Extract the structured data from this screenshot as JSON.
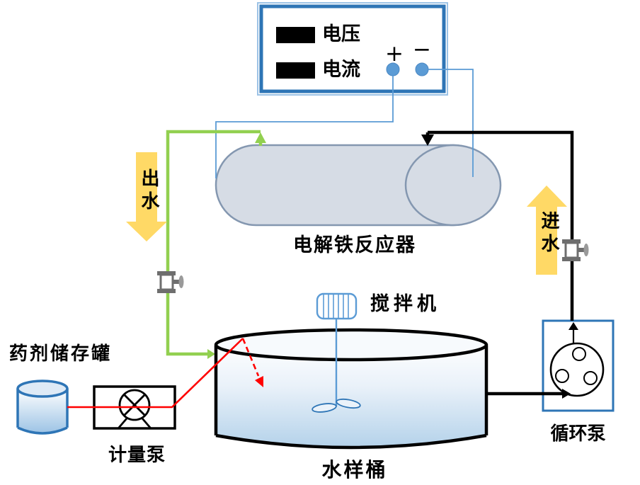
{
  "power_supply": {
    "voltage_label": "电压",
    "current_label": "电流",
    "positive_label": "+",
    "negative_label": "−"
  },
  "reactor": {
    "label": "电解铁反应器"
  },
  "flows": {
    "water_out": "出水",
    "water_in": "进水"
  },
  "bucket": {
    "label": "水样桶",
    "stirrer_label": "搅拌机"
  },
  "dosing": {
    "tank_label": "药剂储存罐",
    "pump_label": "计量泵"
  },
  "circulation": {
    "pump_label": "循环泵"
  },
  "icons": {
    "valve_icon": "pipe valve with side handle",
    "stirrer_icon": "motor with shaft and impeller blades",
    "metering_pump_icon": "circle with X cross and legs",
    "circulation_pump_icon": "circle with three rollers",
    "water_out_arrow": "yellow down arrow",
    "water_in_arrow": "yellow up arrow",
    "flow_arrowheads": "green/black/red direction arrowheads"
  },
  "colors": {
    "accent_blue": "#5B9BD5",
    "dark_blue": "#2E75B6",
    "pipe_green": "#92D050",
    "arrow_yellow": "#FFD966",
    "dosing_red": "#FF0000",
    "reactor_fill": "#D6DCE5",
    "reactor_stroke": "#8497B0",
    "water_fill": "#BDD7EE",
    "pipe_black": "#000000",
    "valve_grey": "#6E6E6E"
  }
}
